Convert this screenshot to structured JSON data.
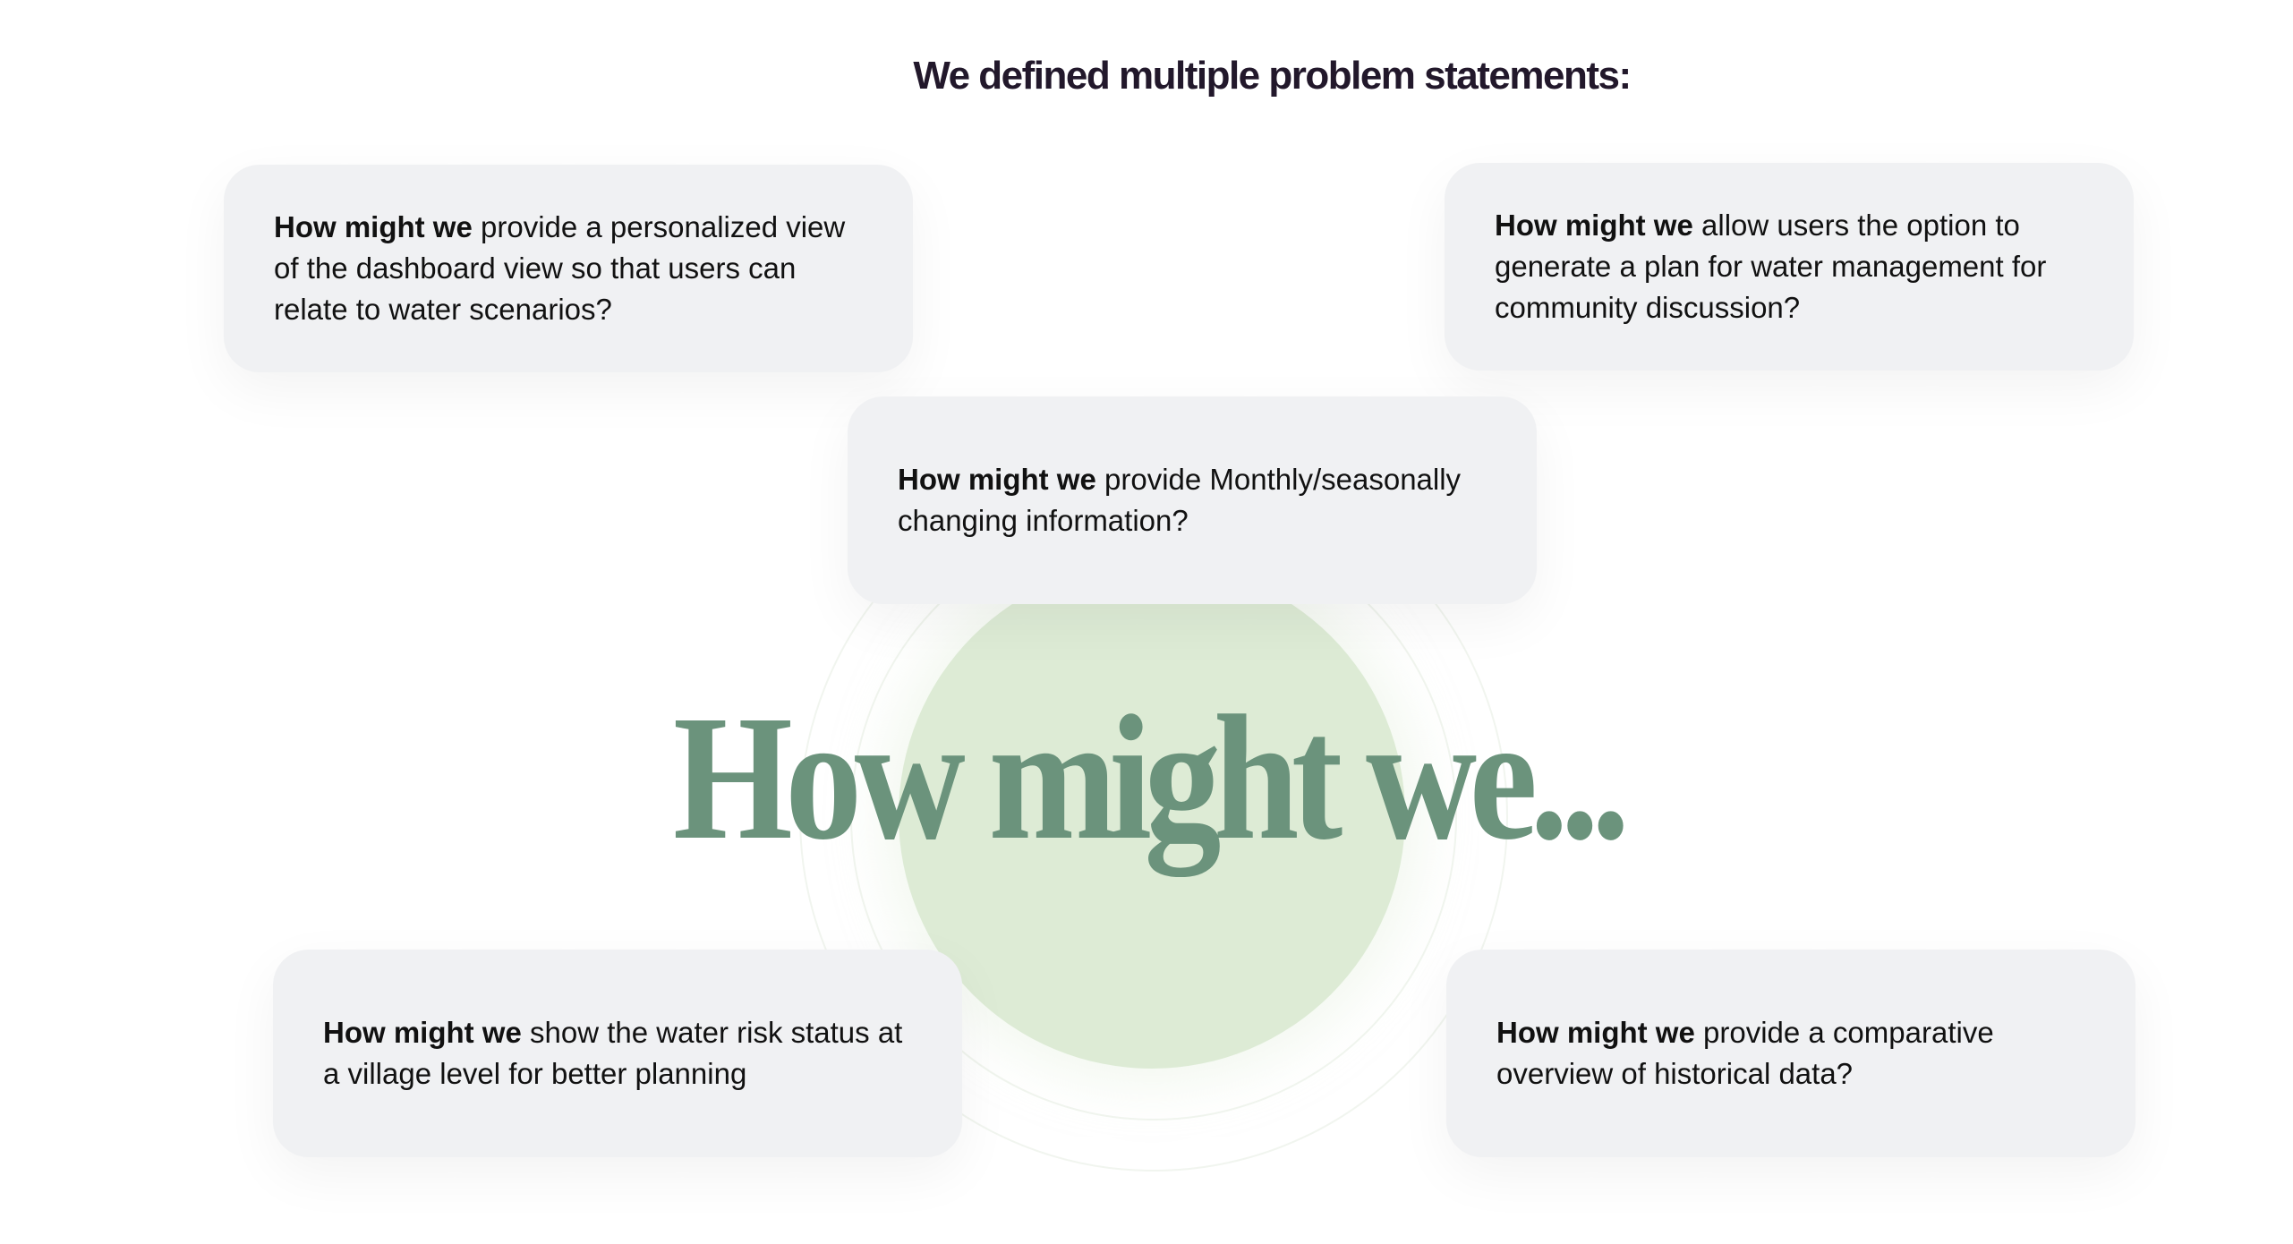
{
  "title": "We defined multiple problem statements:",
  "hero_text": "How might we...",
  "colors": {
    "accent": "#6b937c",
    "circle": "#ddebd5",
    "card_bg": "#f0f1f3"
  },
  "cards": [
    {
      "lead": "How might we",
      "text": " provide a personalized view of the dashboard view so that users can relate to water scenarios?"
    },
    {
      "lead": "How might we",
      "text": " allow users the option to generate a plan for water management for community discussion?"
    },
    {
      "lead": "How might we",
      "text": " provide Monthly/seasonally changing information?"
    },
    {
      "lead": "How might we",
      "text": " show the water risk status at a village level for better planning"
    },
    {
      "lead": "How might we",
      "text": " provide a comparative overview of historical data?"
    }
  ]
}
